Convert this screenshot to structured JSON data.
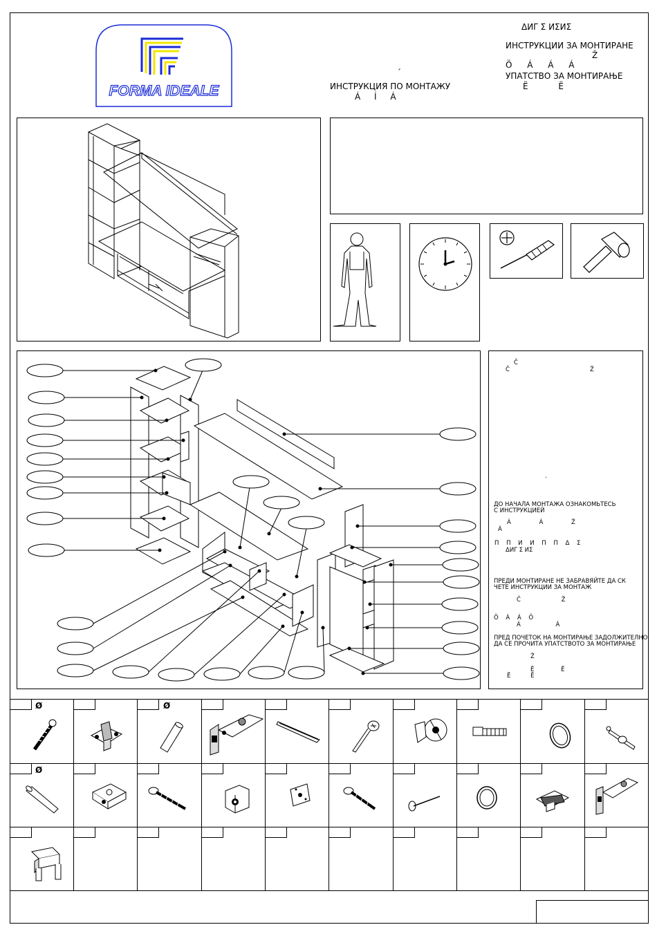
{
  "brand": {
    "logo_text": "FORMA IDEALE",
    "brand_color": "#1a2bd6",
    "accent_color": "#f2e600"
  },
  "header": {
    "line1": "ΔИΓ Σ ИΣИΣ",
    "line2": "ИНСТРУКЦИИ ЗА МОНТИРАНЕ",
    "line3": "Ž",
    "line4": "Ö Á Á Á",
    "line5": "УПАТСТВО ЗА МОНТИРАЊЕ",
    "line6": "Ë Ë",
    "left_mark": "´",
    "left_line1": "ИНСТРУКЦИЯ ПО МОНТАЖУ",
    "left_line2": "Á Í Á"
  },
  "warnings": {
    "top1": "Č",
    "top2": "Č",
    "top3": "Ž",
    "mark": "´",
    "ru": "ДО НАЧАЛА МОНТАЖА ОЗНАКОМЬТЕСЬ",
    "ru2": "С ИНСТРУКЦИЕЙ",
    "r1": "Á Á Ž",
    "r2": "Á",
    "gr1": "П П И И П П Δ Σ",
    "gr2": "ΔИΓ Σ ИΣ",
    "bg1": "ПРЕДИ МОНТИРАНЕ НЕ ЗАБРАВЯЙТЕ ДА СК",
    "bg2": "ЧЕТЕ ИНСТРУКЦИИ ЗА МОНТАЖ",
    "c1": "Č Ž",
    "c2": "Ö Á Á Ö",
    "c3": "Á Á",
    "mk1": "ПРЕД ПОЧЕТОК НА МОНТИРАЊЕ ЗАДОЛЖИТЕЛНО",
    "mk2": "ДА СЕ ПРОЧИТА УПАТСТВОТО ЗА МОНТИРАЊЕ",
    "z1": "Ž",
    "e1": "Ë Ë",
    "e2": "Ë Ë"
  },
  "hardware": {
    "row1": [
      {
        "diam": "Ø",
        "icon": "screw-icon"
      },
      {
        "diam": "",
        "icon": "hinge-plate-icon"
      },
      {
        "diam": "Ø",
        "icon": "dowel-icon"
      },
      {
        "diam": "",
        "icon": "hinge-icon"
      },
      {
        "diam": "",
        "icon": "rail-icon"
      },
      {
        "diam": "",
        "icon": "bolt-icon"
      },
      {
        "diam": "",
        "icon": "cam-lock-icon"
      },
      {
        "diam": "",
        "icon": "connector-icon"
      },
      {
        "diam": "",
        "icon": "cap-icon"
      },
      {
        "diam": "",
        "icon": "pin-icon"
      }
    ],
    "row2": [
      {
        "diam": "Ø",
        "icon": "dowel-long-icon"
      },
      {
        "diam": "",
        "icon": "bracket-icon"
      },
      {
        "diam": "",
        "icon": "wood-screw-icon"
      },
      {
        "diam": "",
        "icon": "corner-bracket-icon"
      },
      {
        "diam": "",
        "icon": "plate-icon"
      },
      {
        "diam": "",
        "icon": "screw-short-icon"
      },
      {
        "diam": "",
        "icon": "nail-icon"
      },
      {
        "diam": "",
        "icon": "cover-cap-icon"
      },
      {
        "diam": "",
        "icon": "clip-icon"
      },
      {
        "diam": "",
        "icon": "hinge-arm-icon"
      }
    ],
    "row3": [
      {
        "diam": "",
        "icon": "shelf-support-icon"
      }
    ]
  }
}
